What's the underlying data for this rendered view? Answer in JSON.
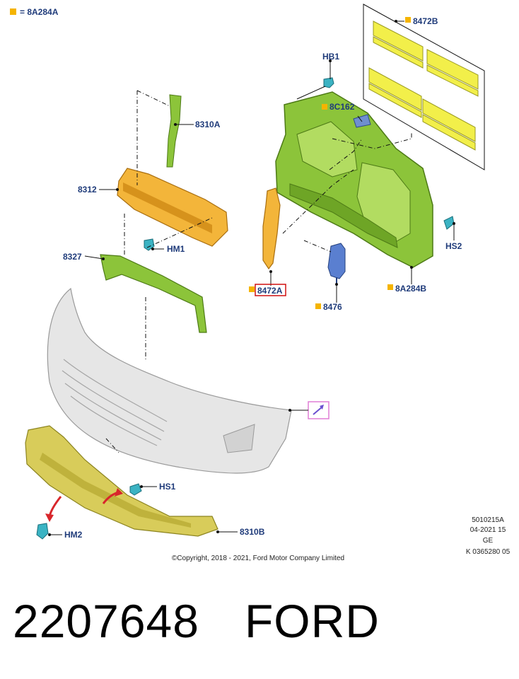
{
  "legend": {
    "label": "= 8A284A",
    "marker_color": "#f5b400"
  },
  "callouts": {
    "c8472B": "8472B",
    "cHB1": "HB1",
    "c8C162": "8C162",
    "c8310A": "8310A",
    "c8312": "8312",
    "cHM1": "HM1",
    "c8327": "8327",
    "c8472A": "8472A",
    "c8476": "8476",
    "c8A284B": "8A284B",
    "cHS2": "HS2",
    "cHS1": "HS1",
    "cHM2": "HM2",
    "c8310B": "8310B"
  },
  "meta": {
    "line1": "5010215A",
    "line2": "04-2021 15",
    "line3": "GE",
    "line4": "K 0365280 05"
  },
  "copyright": "©Copyright, 2018 - 2021, Ford Motor Company Limited",
  "part_number": "2207648",
  "brand": "FORD",
  "colors": {
    "callout_text": "#1f3b7a",
    "highlight_box": "#d01010",
    "marker": "#f5b400",
    "panel_green": "#8cc43a",
    "shutter_yellow": "#f2ef4a",
    "duct_orange": "#f3b53a",
    "bumper_gray": "#e6e6e6",
    "shield_khaki": "#d8cc5a",
    "clip_teal": "#3bb3c3",
    "arrow_red": "#d8262b",
    "view_box_pink": "#e07fd6"
  }
}
